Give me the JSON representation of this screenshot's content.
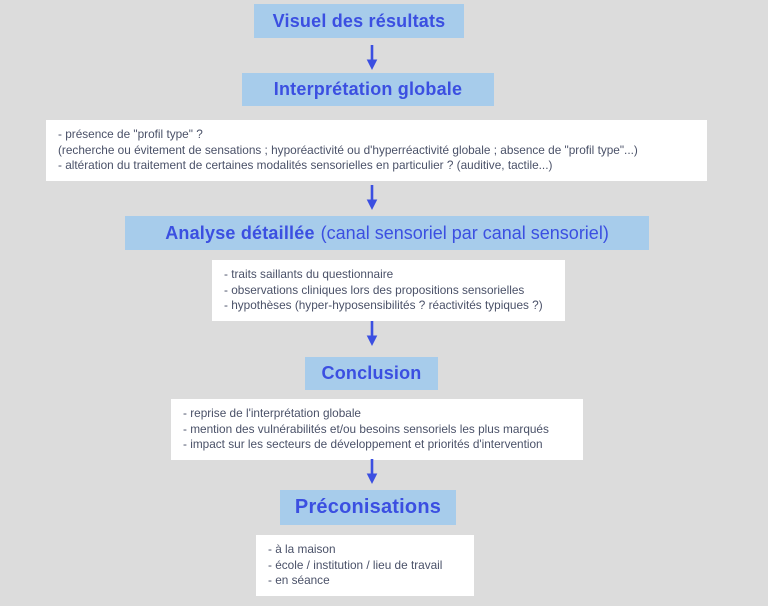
{
  "colors": {
    "background": "#dcdcdc",
    "step_box_bg": "#a7cceb",
    "accent_blue": "#3b4fe1",
    "body_text": "#4a5168",
    "panel_bg": "#ffffff"
  },
  "flow": {
    "steps": [
      {
        "title": "Visuel des résultats"
      },
      {
        "title": "Interprétation globale"
      },
      {
        "title_bold": "Analyse détaillée",
        "title_suffix": "(canal sensoriel par canal sensoriel)"
      },
      {
        "title": "Conclusion"
      },
      {
        "title": "Préconisations"
      }
    ],
    "panels": [
      {
        "lines": [
          "- présence de \"profil type\" ?",
          "(recherche ou évitement de sensations ; hyporéactivité ou d'hyperréactivité globale ; absence de \"profil type\"...)",
          "- altération du traitement de certaines modalités sensorielles en particulier ? (auditive, tactile...)"
        ]
      },
      {
        "lines": [
          "- traits saillants du questionnaire",
          "- observations cliniques lors des propositions sensorielles",
          "- hypothèses (hyper-hyposensibilités ? réactivités typiques ?)"
        ]
      },
      {
        "lines": [
          "- reprise de l'interprétation globale",
          "- mention des vulnérabilités et/ou besoins sensoriels les plus marqués",
          "- impact sur les secteurs de développement et priorités d'intervention"
        ]
      },
      {
        "lines": [
          "- à la maison",
          "- école / institution / lieu de travail",
          "- en séance"
        ]
      }
    ]
  }
}
